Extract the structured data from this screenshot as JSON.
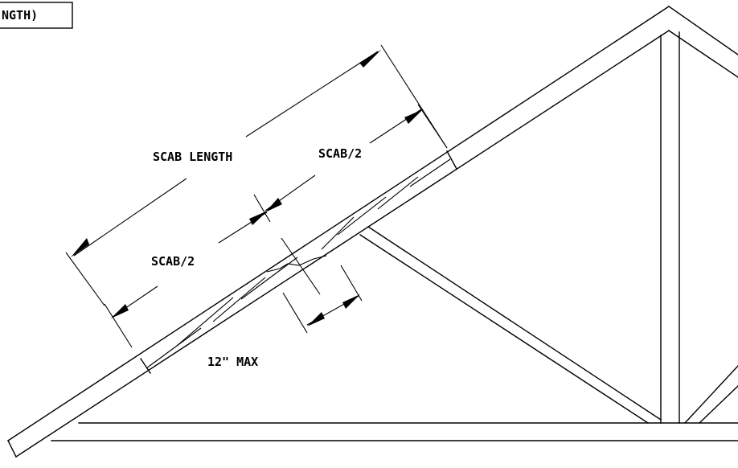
{
  "title_fragment": "NGTH)",
  "labels": {
    "scab_length": "SCAB LENGTH",
    "scab_half_upper": "SCAB/2",
    "scab_half_lower": "SCAB/2",
    "max_gap": "12\" MAX"
  },
  "colors": {
    "line": "#000000",
    "background": "#ffffff"
  }
}
